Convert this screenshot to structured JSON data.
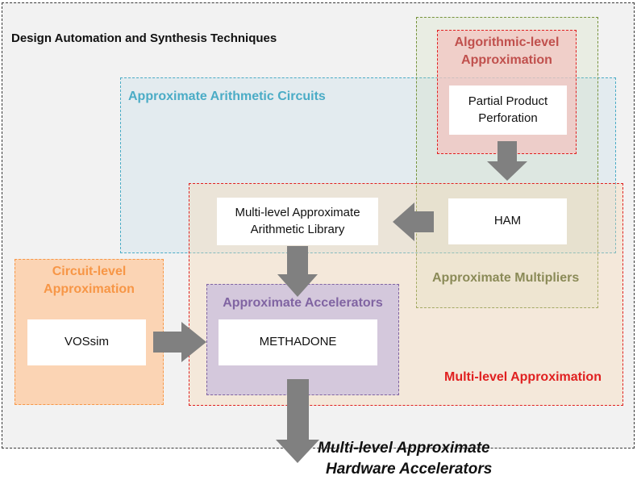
{
  "labels": {
    "design_automation": "Design Automation and Synthesis Techniques",
    "approx_arithmetic": "Approximate Arithmetic Circuits",
    "algorithmic_line1": "Algorithmic-level",
    "algorithmic_line2": "Approximation",
    "approx_multipliers": "Approximate Multipliers",
    "multi_level": "Multi-level Approximation",
    "circuit_line1": "Circuit-level",
    "circuit_line2": "Approximation",
    "approx_accelerators": "Approximate Accelerators",
    "output_line1": "Multi-level Approximate",
    "output_line2": "Hardware Accelerators"
  },
  "boxes": {
    "partial_product_line1": "Partial Product",
    "partial_product_line2": "Perforation",
    "ham": "HAM",
    "library_line1": "Multi-level Approximate",
    "library_line2": "Arithmetic Library",
    "vossim": "VOSsim",
    "methadone": "METHADONE"
  },
  "colors": {
    "outer_border": "#3a3a3a",
    "outer_fill": "#f2f2f2",
    "arithmetic": "#4bacc6",
    "algorithmic": "#c0504d",
    "multipliers": "#4f6228",
    "multi_level": "#e02020",
    "circuit": "#f79646",
    "accelerators": "#8064a2",
    "arrow": "#808080"
  }
}
